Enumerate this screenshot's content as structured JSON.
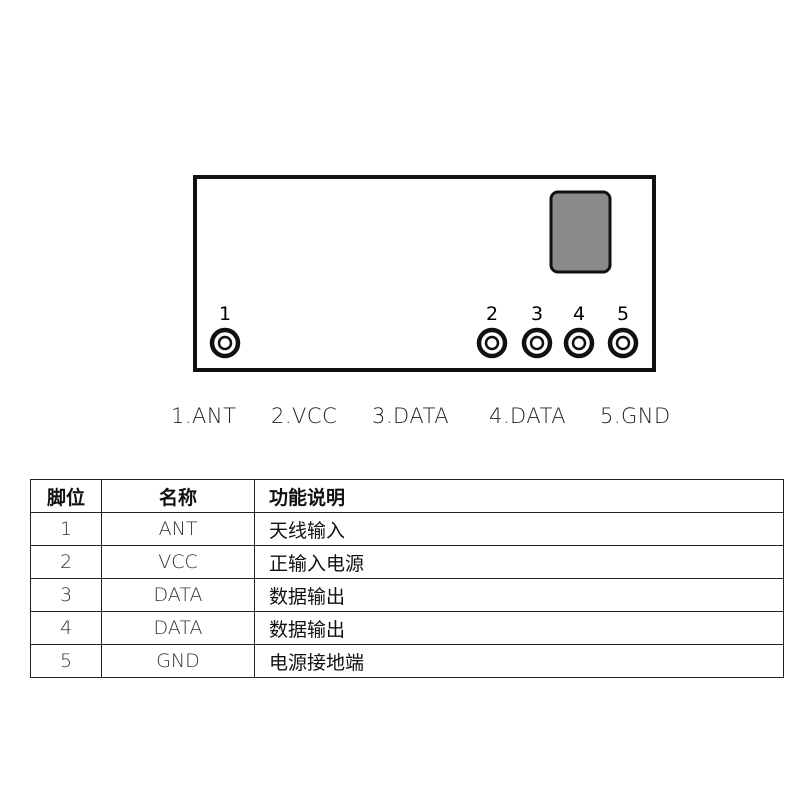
{
  "diagram": {
    "pin_numbers": [
      "1",
      "2",
      "3",
      "4",
      "5"
    ],
    "pin_legend": [
      "1.ANT",
      "2.VCC",
      "3.DATA",
      "4.DATA",
      "5.GND"
    ],
    "colors": {
      "board_border": "#111111",
      "component_fill": "#8a8a8a",
      "background": "#ffffff"
    }
  },
  "table": {
    "headers": [
      "脚位",
      "名称",
      "功能说明"
    ],
    "rows": [
      {
        "pin": "1",
        "name": "ANT",
        "function": "天线输入"
      },
      {
        "pin": "2",
        "name": "VCC",
        "function": "正输入电源"
      },
      {
        "pin": "3",
        "name": "DATA",
        "function": "数据输出"
      },
      {
        "pin": "4",
        "name": "DATA",
        "function": "数据输出"
      },
      {
        "pin": "5",
        "name": "GND",
        "function": "电源接地端"
      }
    ]
  }
}
